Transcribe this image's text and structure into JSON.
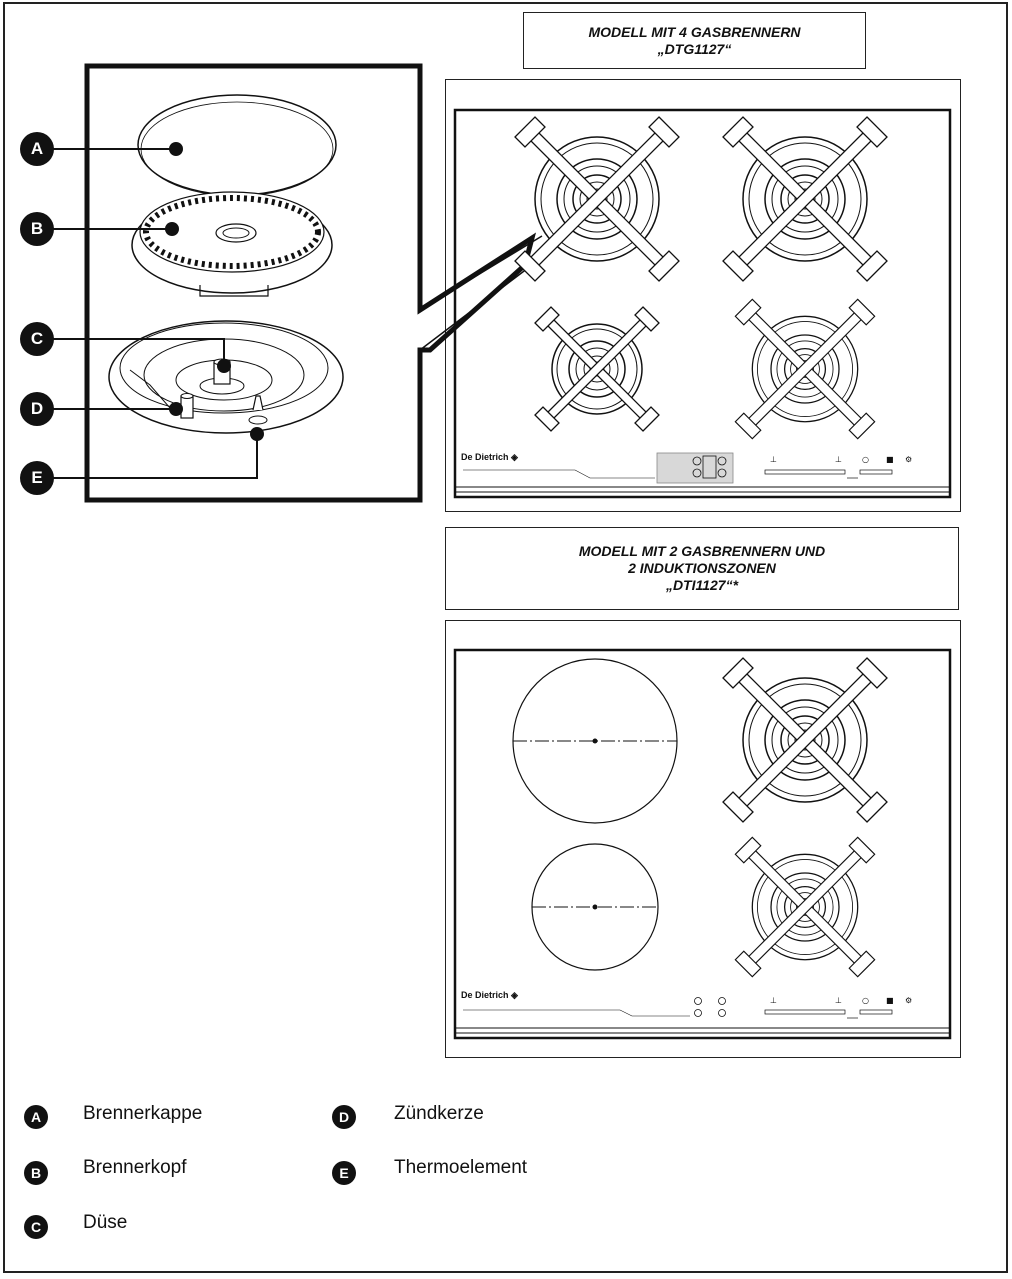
{
  "model_4gas": {
    "title_lines": [
      "MODELL MIT 4 GASBRENNERN",
      "„DTG1127“"
    ],
    "brand": "De Dietrich ◈"
  },
  "model_2gas": {
    "title_lines": [
      "MODELL MIT 2 GASBRENNERN UND",
      "2 INDUKTIONSZONEN",
      "„DTI1127“*"
    ],
    "brand": "De Dietrich ◈"
  },
  "callouts": [
    "A",
    "B",
    "C",
    "D",
    "E"
  ],
  "legend": [
    {
      "letter": "A",
      "label": "Brennerkappe"
    },
    {
      "letter": "B",
      "label": "Brennerkopf"
    },
    {
      "letter": "C",
      "label": "Düse"
    },
    {
      "letter": "D",
      "label": "Zündkerze"
    },
    {
      "letter": "E",
      "label": "Thermoelement"
    }
  ]
}
